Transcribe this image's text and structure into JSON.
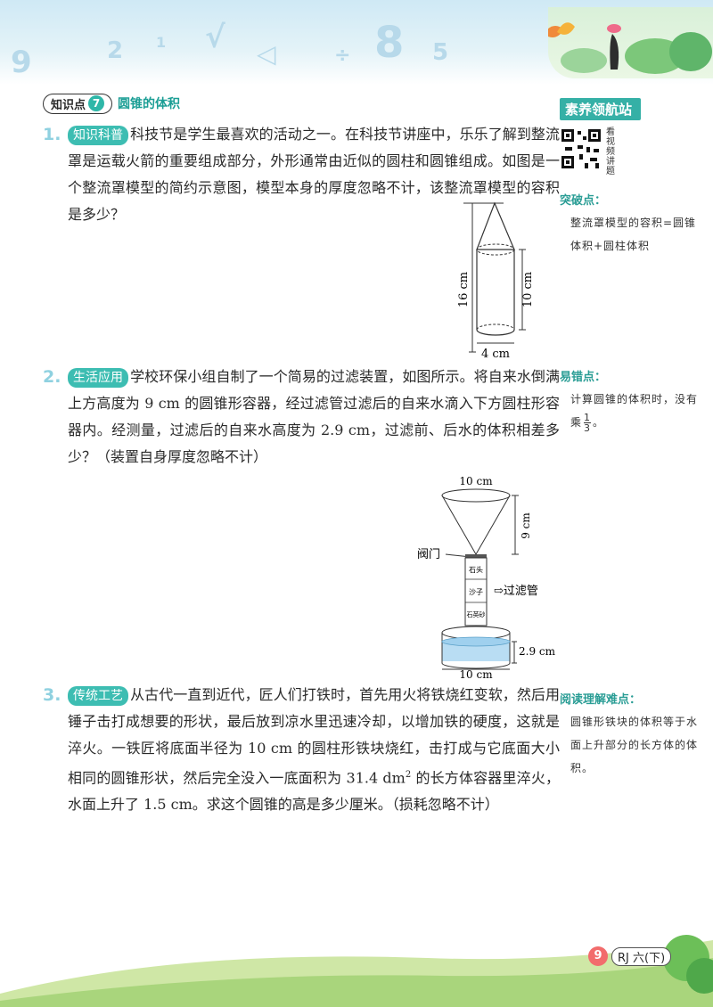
{
  "header": {
    "glyphs": [
      "9",
      "2",
      "1",
      "√",
      "◁",
      "÷",
      "8",
      "5"
    ],
    "decoration": "butterfly-and-leaves"
  },
  "knowledge_point": {
    "label": "知识点",
    "number": "7",
    "name": "圆锥的体积"
  },
  "sidebar": {
    "title": "素养领航站",
    "qr_caption": "看视频讲题",
    "notes": [
      {
        "head": "突破点：",
        "body": "整流罩模型的容积=圆锥体积+圆柱体积"
      },
      {
        "head": "易错点：",
        "body_before": "计算圆锥的体积时，没有乘",
        "frac_num": "1",
        "frac_den": "3",
        "body_after": "。"
      },
      {
        "head": "阅读理解难点：",
        "body": "圆锥形铁块的体积等于水面上升部分的长方体的体积。"
      }
    ]
  },
  "questions": [
    {
      "num": "1.",
      "tag": "知识科普",
      "text": "科技节是学生最喜欢的活动之一。在科技节讲座中，乐乐了解到整流罩是运载火箭的重要组成部分，外形通常由近似的圆柱和圆锥组成。如图是一个整流罩模型的简约示意图，模型本身的厚度忽略不计，该整流罩模型的容积是多少？",
      "figure": {
        "total_height": "16 cm",
        "cyl_height": "10 cm",
        "diameter": "4 cm"
      }
    },
    {
      "num": "2.",
      "tag": "生活应用",
      "text": "学校环保小组自制了一个简易的过滤装置，如图所示。将自来水倒满上方高度为 9 cm 的圆锥形容器，经过滤管过滤后的自来水滴入下方圆柱形容器内。经测量，过滤后的自来水高度为 2.9 cm，过滤前、后水的体积相差多少？（装置自身厚度忽略不计）",
      "figure": {
        "top_diameter": "10 cm",
        "cone_height": "9 cm",
        "valve": "阀门",
        "layers": [
          "石头",
          "沙子",
          "石英砂"
        ],
        "pipe": "⇨过滤管",
        "water_height": "2.9 cm",
        "bottom_diameter": "10 cm"
      }
    },
    {
      "num": "3.",
      "tag": "传统工艺",
      "text_before": "从古代一直到近代，匠人们打铁时，首先用火将铁烧红变软，然后用锤子击打成想要的形状，最后放到凉水里迅速冷却，以增加铁的硬度，这就是淬火。一铁匠将底面半径为 10 cm 的圆柱形铁块烧红，击打成与它底面大小相同的圆锥形状，然后完全没入一底面积为 31.4 dm",
      "sup": "2",
      "text_after": " 的长方体容器里淬火，水面上升了 1.5 cm。求这个圆锥的高是多少厘米。（损耗忽略不计）"
    }
  ],
  "footer": {
    "page": "9",
    "grade": "RJ 六(下)"
  }
}
